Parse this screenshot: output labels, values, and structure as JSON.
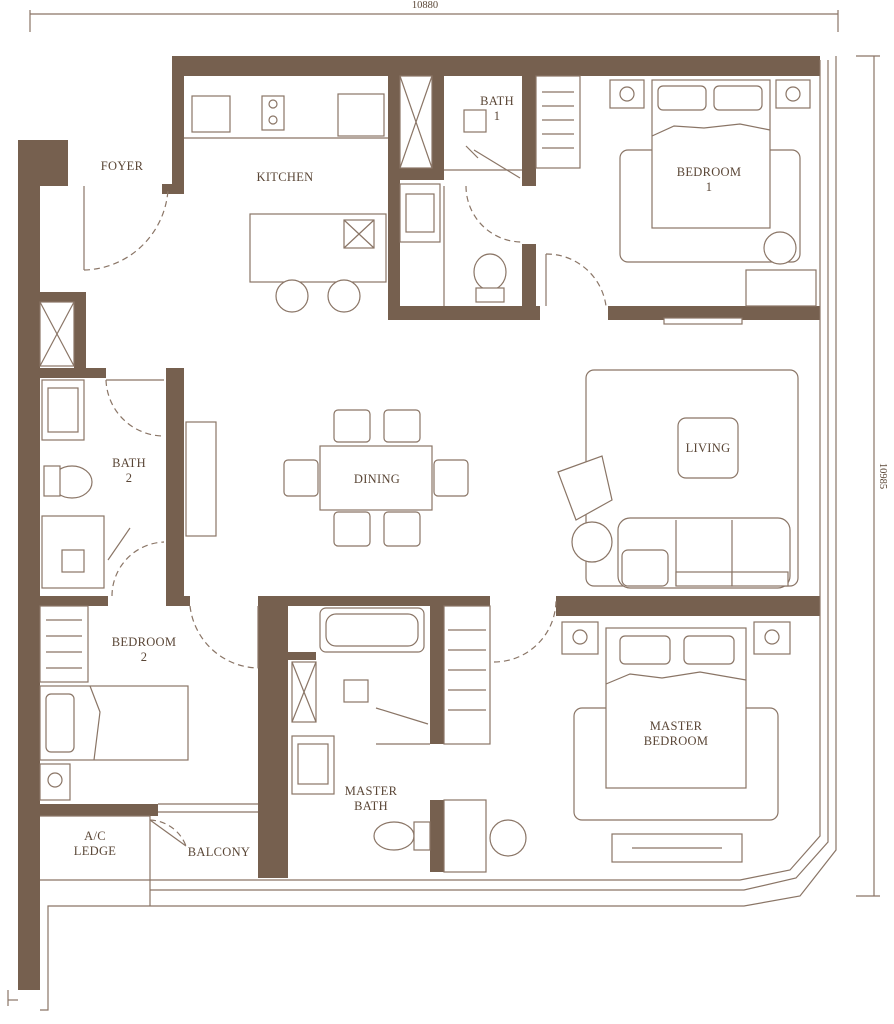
{
  "dimensions": {
    "width_label": "10880",
    "depth_label": "10985"
  },
  "rooms": {
    "foyer": "FOYER",
    "kitchen": "KITCHEN",
    "bath1_line1": "BATH",
    "bath1_line2": "1",
    "bedroom1_line1": "BEDROOM",
    "bedroom1_line2": "1",
    "bath2_line1": "BATH",
    "bath2_line2": "2",
    "dining": "DINING",
    "living": "LIVING",
    "bedroom2_line1": "BEDROOM",
    "bedroom2_line2": "2",
    "master_bedroom_line1": "MASTER",
    "master_bedroom_line2": "BEDROOM",
    "master_bath_line1": "MASTER",
    "master_bath_line2": "BATH",
    "ac_ledge_line1": "A/C",
    "ac_ledge_line2": "LEDGE",
    "balcony": "BALCONY"
  },
  "colors": {
    "wall": "#76604f",
    "line": "#8a7566",
    "text": "#5a4636",
    "background": "#ffffff"
  }
}
